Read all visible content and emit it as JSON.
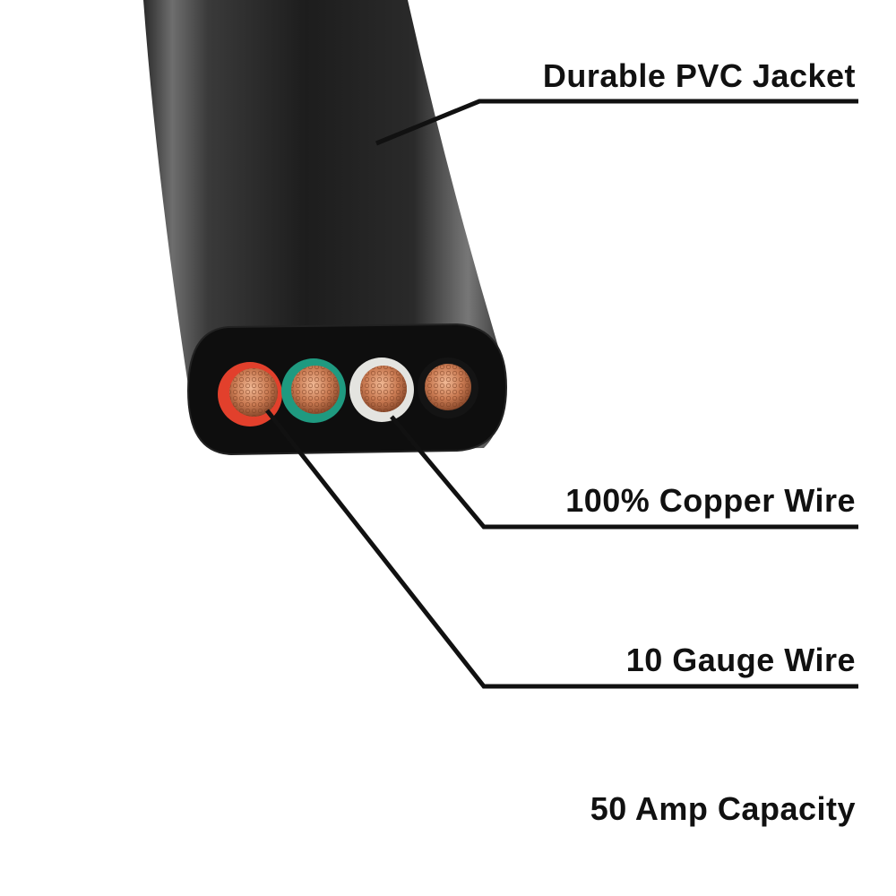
{
  "labels": {
    "jacket": "Durable PVC Jacket",
    "copper": "100% Copper Wire",
    "gauge": "10 Gauge Wire",
    "amp": "50 Amp Capacity"
  },
  "colors": {
    "jacket": "#1a1a1a",
    "copper": "#c97a52",
    "insulation_red": "#e2402c",
    "insulation_green": "#1f9a80",
    "insulation_white": "#e4e4e0",
    "insulation_black": "#141414",
    "leader_line": "#111111"
  }
}
